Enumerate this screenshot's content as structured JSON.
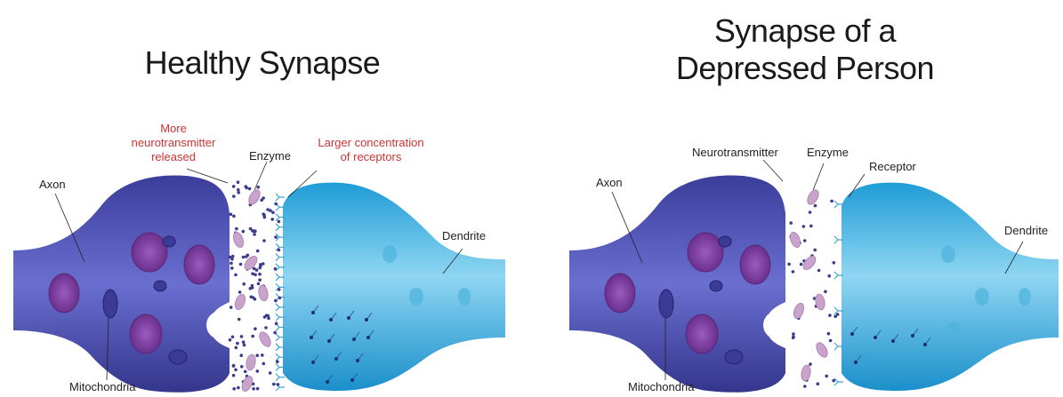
{
  "left": {
    "title": "Healthy Synapse",
    "labels": {
      "axon": "Axon",
      "mitochondria": "Mitochondria",
      "more_nt_line1": "More",
      "more_nt_line2": "neurotransmitter",
      "more_nt_line3": "released",
      "enzyme": "Enzyme",
      "receptors_line1": "Larger concentration",
      "receptors_line2": "of receptors",
      "dendrite": "Dendrite"
    }
  },
  "right": {
    "title_line1": "Synapse of a",
    "title_line2": "Depressed Person",
    "labels": {
      "axon": "Axon",
      "mitochondria": "Mitochondria",
      "neurotransmitter": "Neurotransmitter",
      "enzyme": "Enzyme",
      "receptor": "Receptor",
      "dendrite": "Dendrite"
    }
  },
  "colors": {
    "axon_dark": "#3b3d9a",
    "axon_light": "#6a6fd0",
    "dendrite_dark": "#1f9cd6",
    "dendrite_light": "#8fd6f2",
    "vesicle": "#7b3f9e",
    "enzyme": "#c9a3cc",
    "neurotransmitter": "#3c3c8c",
    "label_red": "#cc3333"
  }
}
